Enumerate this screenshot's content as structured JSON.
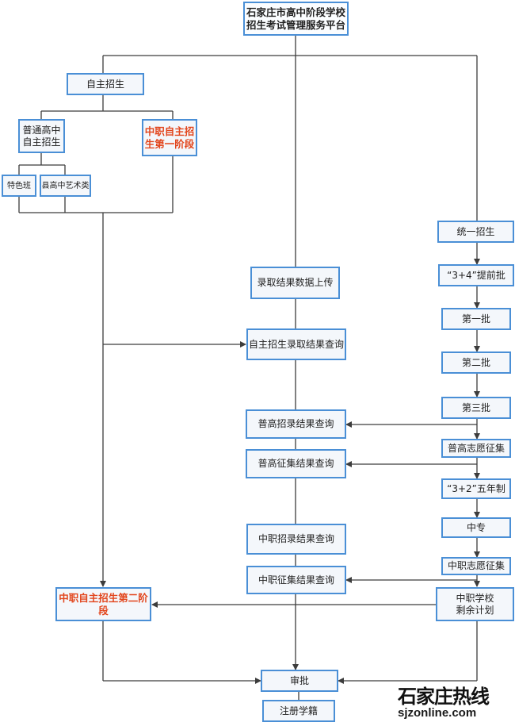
{
  "header": {
    "line1": "石家庄市高中阶段学校",
    "line2": "招生考试管理服务平台"
  },
  "left": {
    "independent": "自主招生",
    "general_line1": "普通高中",
    "general_line2": "自主招生",
    "vocational_stage1_line1": "中职自主招",
    "vocational_stage1_line2": "生第一阶段",
    "special_class": "特色班",
    "county_art": "县高中艺术类",
    "vocational_stage2_line1": "中职自主招生第二阶",
    "vocational_stage2_line2": "段"
  },
  "middle": {
    "upload": "录取结果数据上传",
    "independent_query": "自主招生录取结果查询",
    "general_admit_query": "普高招录结果查询",
    "general_collect_query": "普高征集结果查询",
    "vocational_admit_query": "中职招录结果查询",
    "vocational_collect_query": "中职征集结果查询"
  },
  "right": {
    "unified": "统一招生",
    "batch_early": "“3+4”提前批",
    "batch_1": "第一批",
    "batch_2": "第二批",
    "batch_3": "第三批",
    "general_collect": "普高志愿征集",
    "five_year": "“3+2”五年制",
    "zhongzhuan": "中专",
    "vocational_collect": "中职志愿征集",
    "remaining_line1": "中职学校",
    "remaining_line2": "剩余计划"
  },
  "bottom": {
    "approve": "审批",
    "register": "注册学籍"
  },
  "watermark": {
    "name": "石家庄热线",
    "url": "sjzonline.com"
  },
  "colors": {
    "box_border": "#4a8fd6",
    "box_fill": "#f4f7fb",
    "red_text": "#e2461d",
    "line": "#3c3c3c"
  }
}
